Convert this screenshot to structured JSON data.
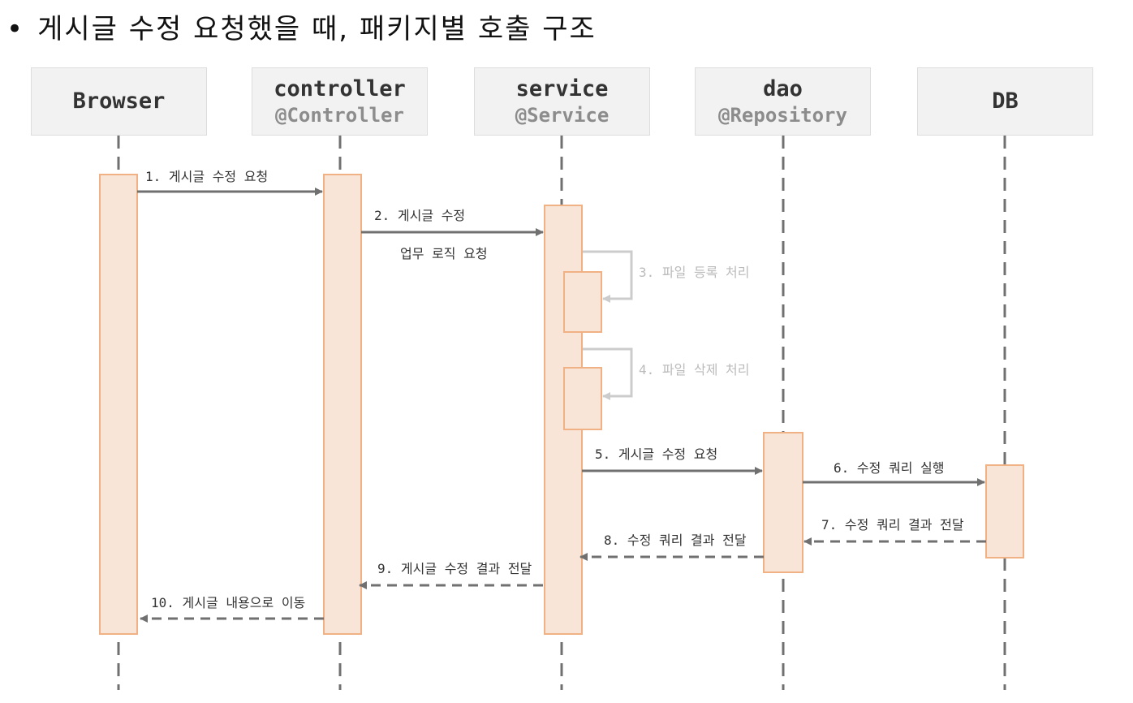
{
  "title": "게시글 수정 요청했을 때, 패키지별 호출 구조",
  "participants": [
    {
      "name": "Browser",
      "annotation": ""
    },
    {
      "name": "controller",
      "annotation": "@Controller"
    },
    {
      "name": "service",
      "annotation": "@Service"
    },
    {
      "name": "dao",
      "annotation": "@Repository"
    },
    {
      "name": "DB",
      "annotation": ""
    }
  ],
  "messages": {
    "m1": "1. 게시글 수정 요청",
    "m2": "2. 게시글 수정",
    "m2b": "업무 로직 요청",
    "m3": "3. 파일 등록 처리",
    "m4": "4. 파일 삭제 처리",
    "m5": "5. 게시글 수정 요청",
    "m6": "6. 수정 쿼리 실행",
    "m7": "7. 수정 쿼리 결과 전달",
    "m8": "8. 수정 쿼리 결과 전달",
    "m9": "9. 게시글 수정 결과 전달",
    "m10": "10. 게시글 내용으로 이동"
  },
  "colors": {
    "activation_fill": "#f8e5d8",
    "activation_stroke": "#f0b184",
    "arrow": "#707070",
    "faded": "#cccccc"
  }
}
